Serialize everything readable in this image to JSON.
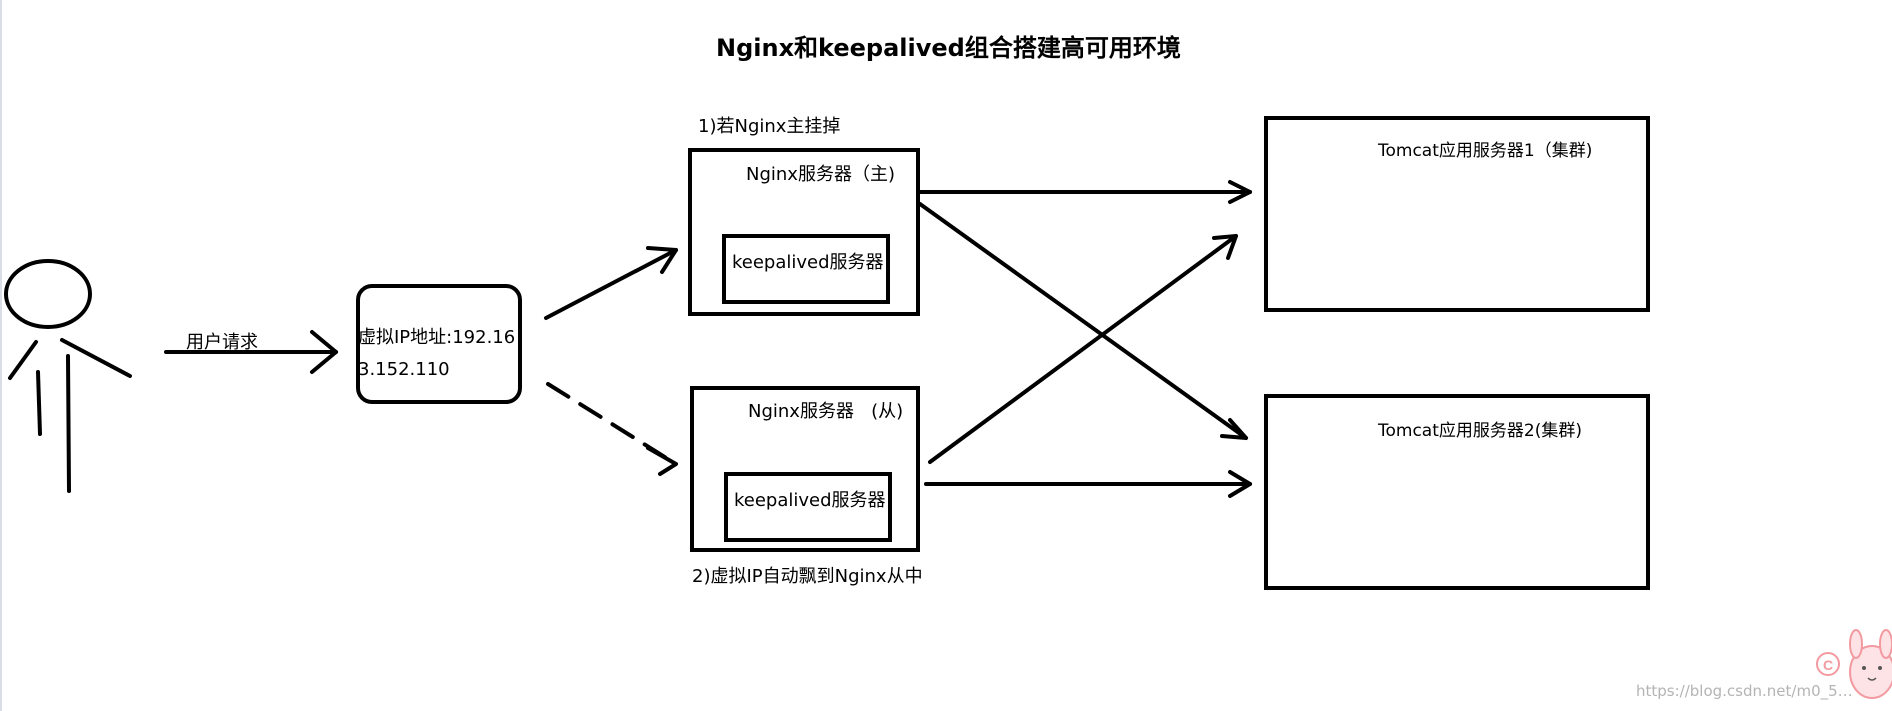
{
  "diagram": {
    "title": "Nginx和keepalived组合搭建高可用环境",
    "user_request_label": "用户请求",
    "virtual_ip_label": "虚拟IP地址:192.163.152.110",
    "note_master_failure": "1)若Nginx主挂掉",
    "note_ip_drift": "2)虚拟IP自动飘到Nginx从中",
    "nginx_master": {
      "title": "Nginx服务器（主)",
      "inner_label": "keepalived服务器"
    },
    "nginx_backup": {
      "title": "Nginx服务器   (从)",
      "inner_label": "keepalived服务器"
    },
    "tomcat_1": {
      "title": "Tomcat应用服务器1（集群)"
    },
    "tomcat_2": {
      "title": "Tomcat应用服务器2(集群)"
    },
    "watermark": "https://blog.csdn.net/m0_5…"
  }
}
